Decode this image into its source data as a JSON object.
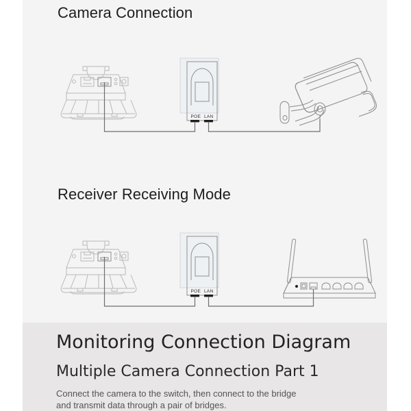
{
  "sections": [
    {
      "id": "camera-connection",
      "heading": "Camera Connection"
    },
    {
      "id": "receiver-receiving-mode",
      "heading": "Receiver Receiving Mode"
    }
  ],
  "banner": {
    "title": "Monitoring Connection Diagram",
    "subtitle": "Multiple Camera Connection Part 1",
    "body_line_1": "Connect the camera to the switch, then connect to the bridge",
    "body_line_2": "and transmit data through a pair of bridges."
  },
  "diagram_1": {
    "name": "camera-connection-diagram",
    "devices": [
      {
        "name": "cpe-bridge",
        "label": ""
      },
      {
        "name": "poe-switch",
        "port_labels": [
          "POE",
          "LAN"
        ]
      },
      {
        "name": "bullet-camera",
        "label": ""
      }
    ],
    "cables": [
      {
        "from": "cpe-bridge",
        "to": "poe-switch-poe-port"
      },
      {
        "from": "poe-switch-lan-port",
        "to": "bullet-camera"
      }
    ]
  },
  "diagram_2": {
    "name": "receiver-receiving-mode-diagram",
    "devices": [
      {
        "name": "cpe-bridge",
        "label": ""
      },
      {
        "name": "poe-switch",
        "port_labels": [
          "POE",
          "LAN"
        ]
      },
      {
        "name": "wireless-router",
        "label": ""
      }
    ],
    "cables": [
      {
        "from": "cpe-bridge",
        "to": "poe-switch-poe-port"
      },
      {
        "from": "poe-switch-lan-port",
        "to": "wireless-router-wan-port"
      }
    ]
  },
  "colors": {
    "panel_top_bg": "#f4f4f4",
    "panel_bottom_bg": "#e8e6e6",
    "page_bg": "#ffffff",
    "heading_text": "#1d1d1d",
    "body_text": "#545454",
    "line_art": "#b9b9b9",
    "cable": "#6e6e6e"
  }
}
